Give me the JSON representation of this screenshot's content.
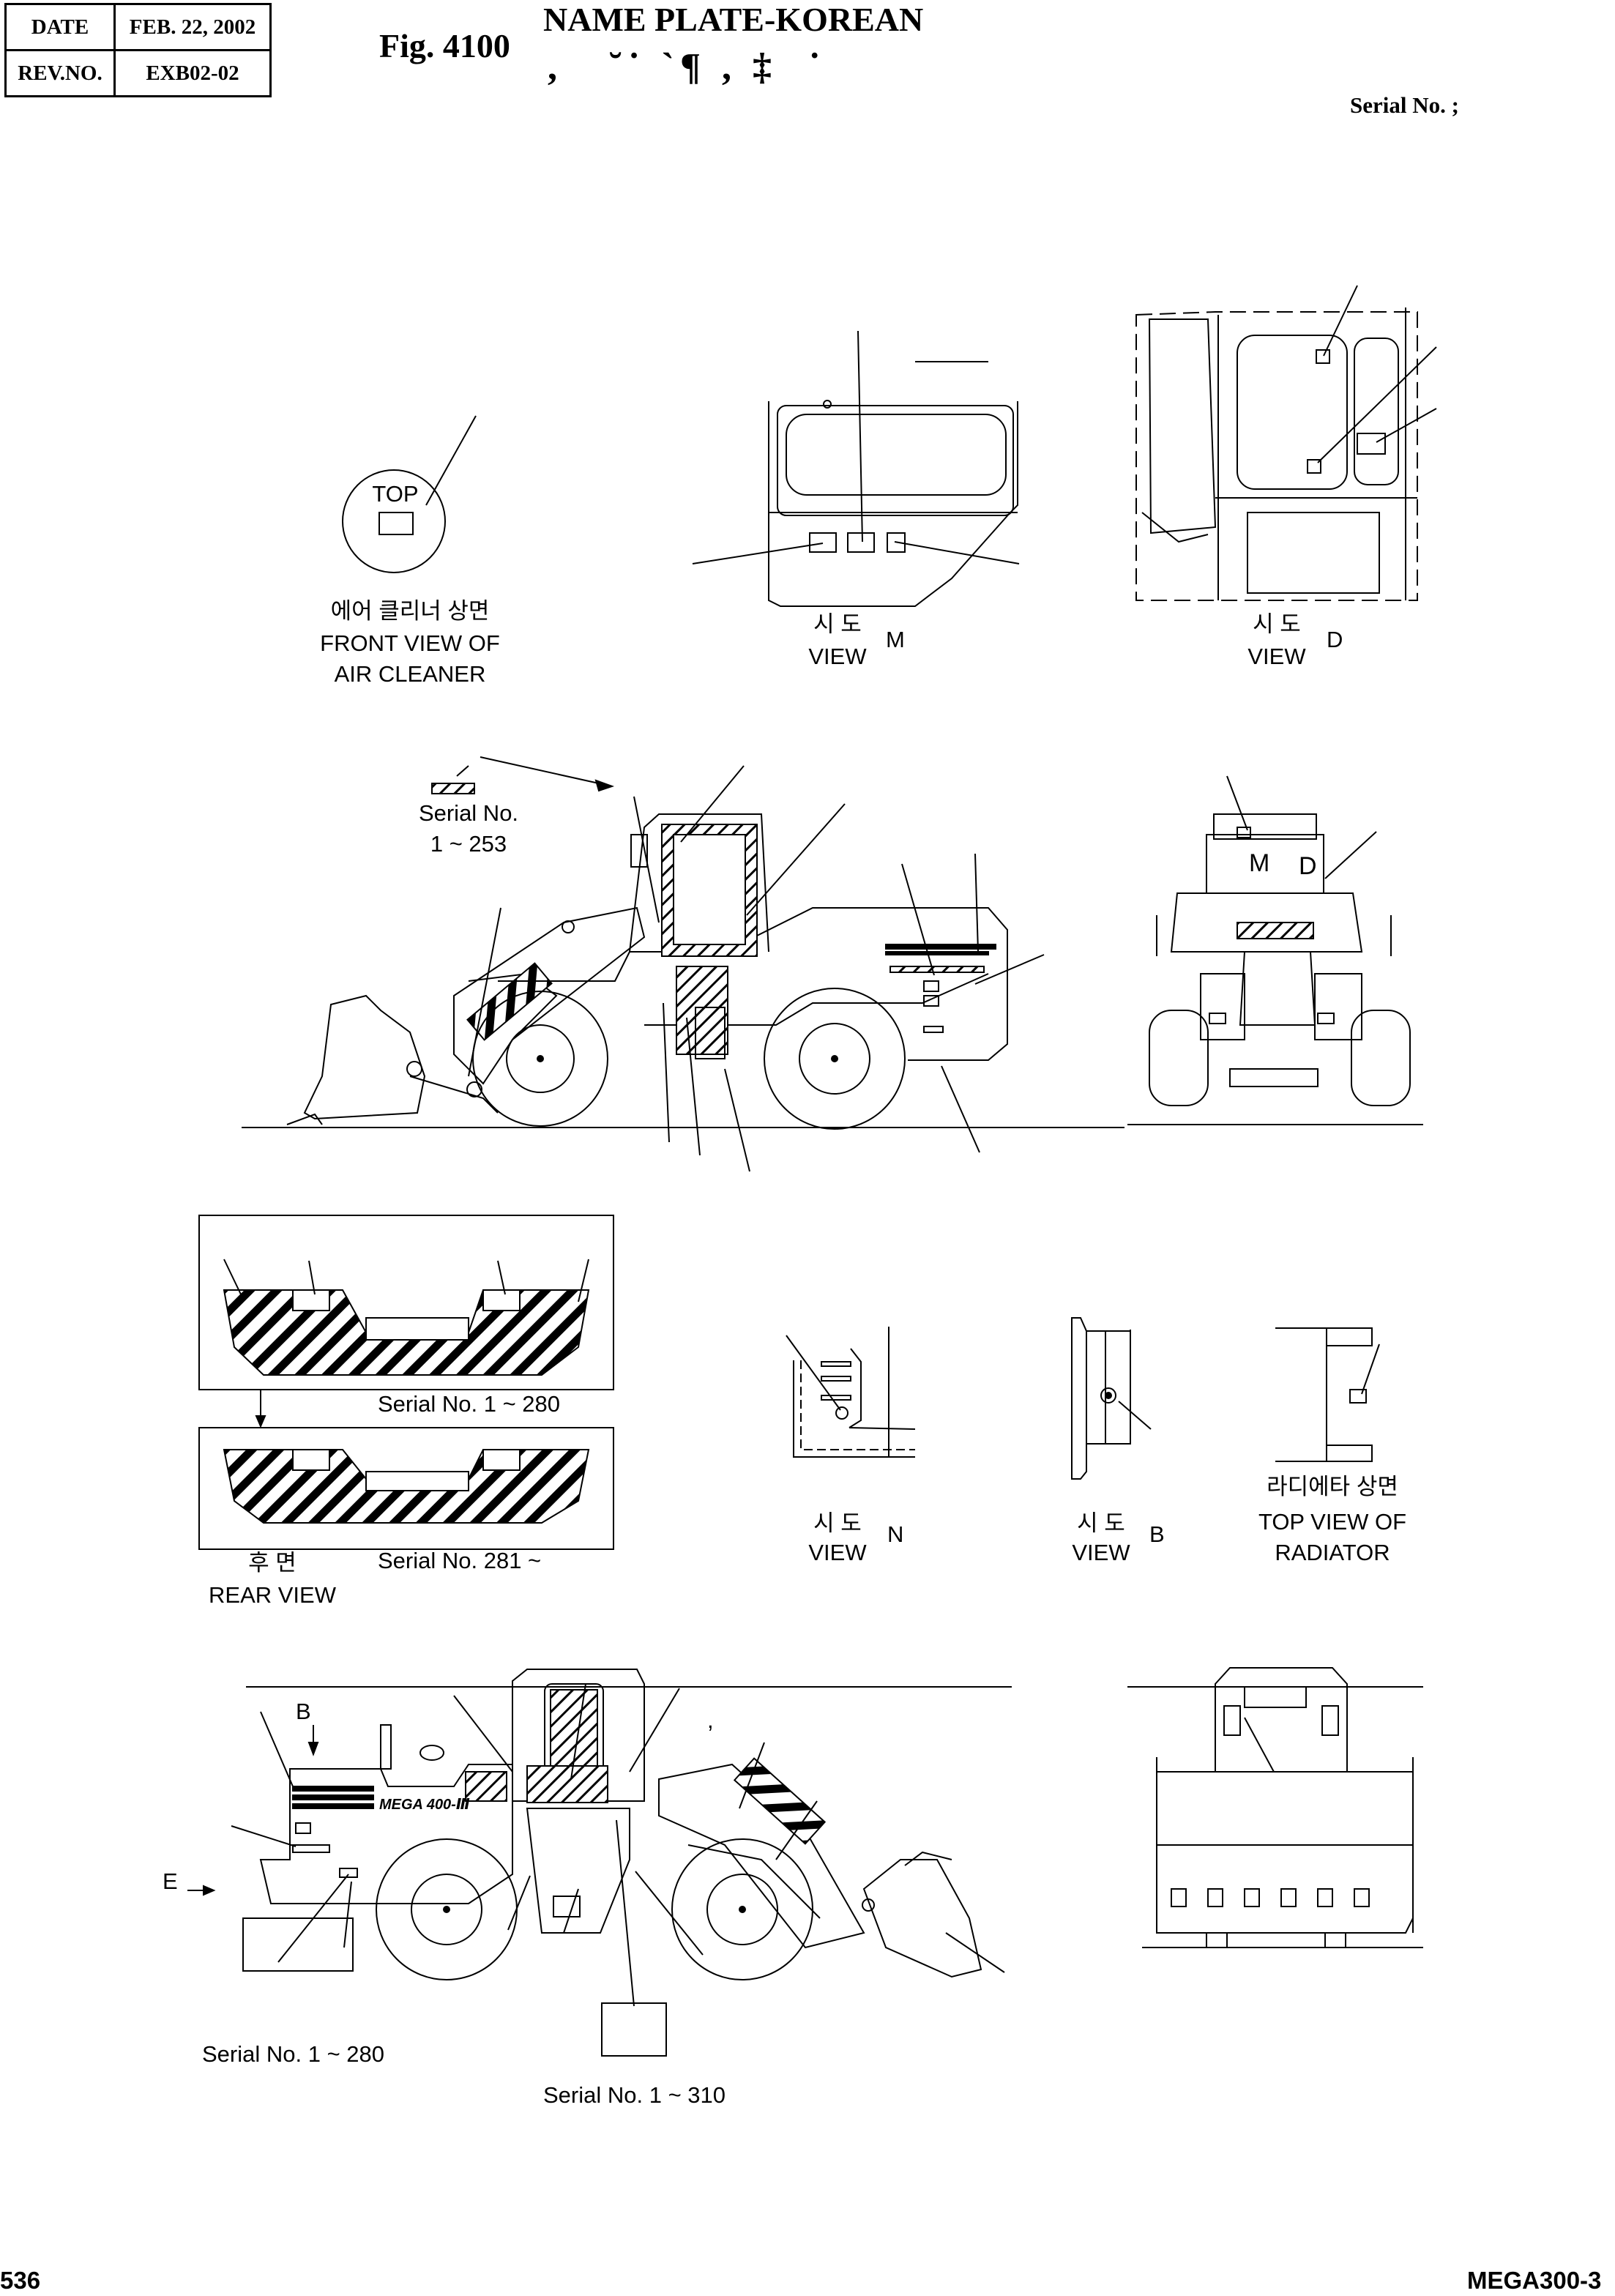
{
  "header": {
    "date_label": "DATE",
    "date_value": "FEB. 22, 2002",
    "rev_label": "REV.NO.",
    "rev_value": "EXB02-02"
  },
  "figure": {
    "number": "Fig. 4100",
    "title": "NAME PLATE-KOREAN",
    "subtitle_garbled": ",   ˘˙ `¶ , ‡  ˙",
    "serial_no": "Serial No. ;"
  },
  "labels": {
    "top": "TOP",
    "air_cleaner_ko": "에어 클리너 상면",
    "air_cleaner_en1": "FRONT VIEW OF",
    "air_cleaner_en2": "AIR CLEANER",
    "view_ko": "시 도",
    "view_en": "VIEW",
    "view_m": "M",
    "view_d": "D",
    "view_n": "N",
    "view_b": "B",
    "serial_1_253": "Serial No.",
    "serial_1_253_range": "1 ~ 253",
    "cab_m": "M",
    "cab_d": "D",
    "serial_1_280_top": "Serial No. 1 ~ 280",
    "serial_281": "Serial No. 281 ~",
    "rear_ko": "후 면",
    "rear_en": "REAR VIEW",
    "radiator_ko": "라디에타 상면",
    "radiator_en1": "TOP VIEW OF",
    "radiator_en2": "RADIATOR",
    "arrow_b": "B",
    "arrow_e": "E",
    "model_badge": "MEGA 400-Ⅲ",
    "comma_mark": ",",
    "serial_1_280_bottom": "Serial No. 1 ~ 280",
    "serial_1_310": "Serial No. 1 ~ 310"
  },
  "footer": {
    "page": "536",
    "model": "MEGA300-3"
  }
}
